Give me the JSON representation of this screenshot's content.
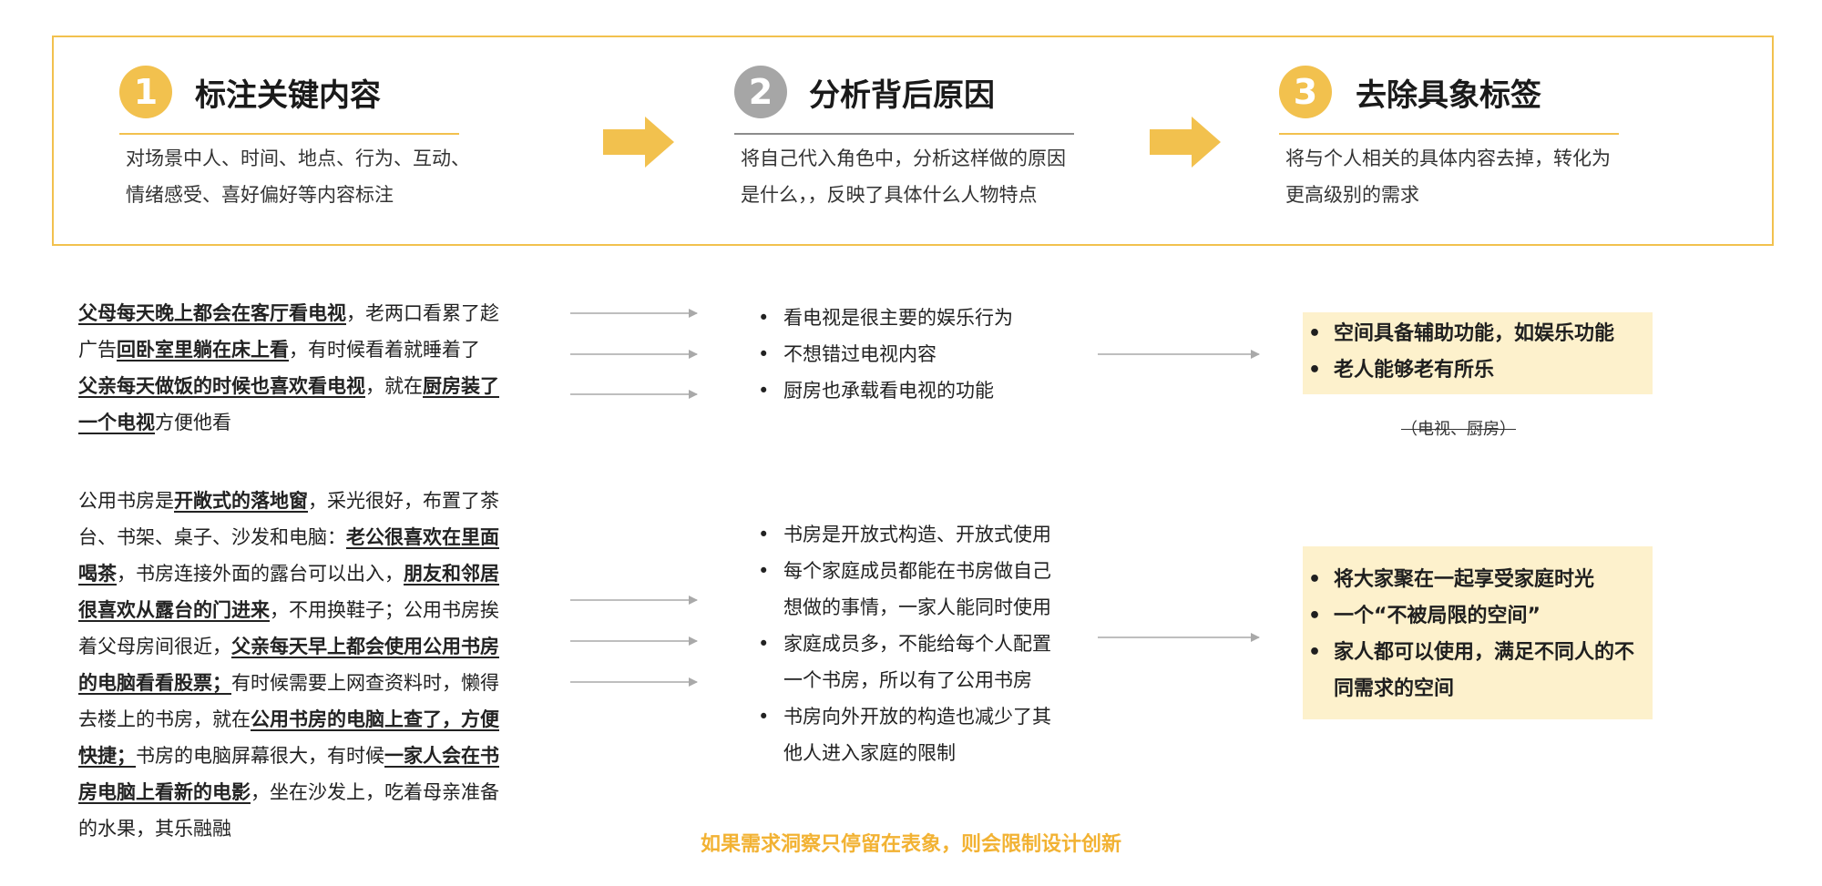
{
  "colors": {
    "accent": "#F2C14E",
    "step_gray": "#A6A6A6",
    "need_bg": "#FDF1CC",
    "footer": "#F2B233"
  },
  "steps": [
    {
      "number": "1",
      "title": "标注关键内容",
      "desc": [
        "对场景中人、时间、地点、行为、互动、",
        "情绪感受、喜好偏好等内容标注"
      ]
    },
    {
      "number": "2",
      "title": "分析背后原因",
      "desc": [
        "将自己代入角色中，分析这样做的原因",
        "是什么，，反映了具体什么人物特点"
      ]
    },
    {
      "number": "3",
      "title": "去除具象标签",
      "desc": [
        "将与个人相关的具体内容去掉，转化为",
        "更高级别的需求"
      ]
    }
  ],
  "scenario1": {
    "lines": [
      [
        {
          "t": "父母每天晚上都会在客厅看电视",
          "hl": true
        },
        {
          "t": "，老两口看累了趁",
          "hl": false
        }
      ],
      [
        {
          "t": "广告",
          "hl": false
        },
        {
          "t": "回卧室里躺在床上看",
          "hl": true
        },
        {
          "t": "，有时候看着就睡着了",
          "hl": false
        }
      ],
      [
        {
          "t": "父亲每天做饭的时候也喜欢看电视",
          "hl": true
        },
        {
          "t": "，就在",
          "hl": false
        },
        {
          "t": "厨房装了",
          "hl": true
        }
      ],
      [
        {
          "t": "一个电视",
          "hl": true
        },
        {
          "t": "方便他看",
          "hl": false
        }
      ]
    ],
    "reasons": [
      "看电视是很主要的娱乐行为",
      "不想错过电视内容",
      "厨房也承载看电视的功能"
    ],
    "needs": [
      "空间具备辅助功能，如娱乐功能",
      "老人能够老有所乐"
    ],
    "removed_tags": "（电视、厨房）"
  },
  "scenario2": {
    "lines": [
      [
        {
          "t": "公用书房是",
          "hl": false
        },
        {
          "t": "开敞式的落地窗",
          "hl": true
        },
        {
          "t": "，采光很好，布置了茶",
          "hl": false
        }
      ],
      [
        {
          "t": "台、书架、桌子、沙发和电脑：",
          "hl": false
        },
        {
          "t": "老公很喜欢在里面",
          "hl": true
        }
      ],
      [
        {
          "t": "喝茶",
          "hl": true
        },
        {
          "t": "，书房连接外面的露台可以出入，",
          "hl": false
        },
        {
          "t": "朋友和邻居",
          "hl": true
        }
      ],
      [
        {
          "t": "很喜欢从露台的门进来",
          "hl": true
        },
        {
          "t": "，不用换鞋子；公用书房挨",
          "hl": false
        }
      ],
      [
        {
          "t": "着父母房间很近，",
          "hl": false
        },
        {
          "t": "父亲每天早上都会使用公用书房",
          "hl": true
        }
      ],
      [
        {
          "t": "的电脑看看股票；",
          "hl": true
        },
        {
          "t": "有时候需要上网查资料时，懒得",
          "hl": false
        }
      ],
      [
        {
          "t": "去楼上的书房，就在",
          "hl": false
        },
        {
          "t": "公用书房的电脑上查了，方便",
          "hl": true
        }
      ],
      [
        {
          "t": "快捷；",
          "hl": true
        },
        {
          "t": "书房的电脑屏幕很大，有时候",
          "hl": false
        },
        {
          "t": "一家人会在书",
          "hl": true
        }
      ],
      [
        {
          "t": "房电脑上看新的电影",
          "hl": true
        },
        {
          "t": "，坐在沙发上，吃着母亲准备",
          "hl": false
        }
      ],
      [
        {
          "t": "的水果，其乐融融",
          "hl": false
        }
      ]
    ],
    "reasons": [
      [
        "书房是开放式构造、开放式使用"
      ],
      [
        "每个家庭成员都能在书房做自己",
        "想做的事情，一家人能同时使用"
      ],
      [
        "家庭成员多，不能给每个人配置",
        "一个书房，所以有了公用书房"
      ],
      [
        "书房向外开放的构造也减少了其",
        "他人进入家庭的限制"
      ]
    ],
    "needs": [
      [
        "将大家聚在一起享受家庭时光"
      ],
      [
        "一个“不被局限的空间”"
      ],
      [
        "家人都可以使用，满足不同人的不",
        "同需求的空间"
      ]
    ]
  },
  "footer": "如果需求洞察只停留在表象，则会限制设计创新"
}
